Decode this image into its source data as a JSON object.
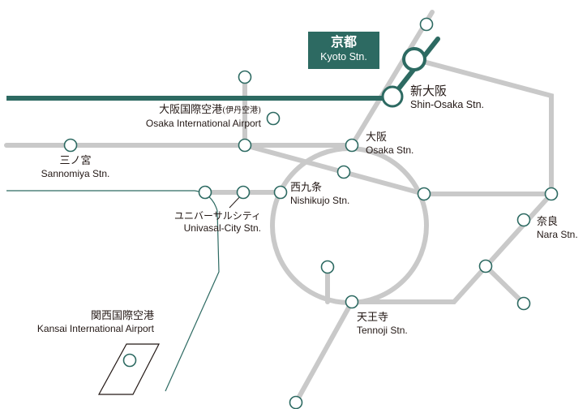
{
  "colors": {
    "rail": "#c9c9c9",
    "shinkansen": "#2d6a62",
    "coast": "#2d6a62",
    "station_fill": "#ffffff",
    "text": "#231815",
    "kyoto_box_bg": "#2d6a62",
    "kyoto_box_text": "#ffffff"
  },
  "stations": {
    "kyoto": {
      "jp": "京都",
      "en": "Kyoto Stn."
    },
    "shin_osaka": {
      "jp": "新大阪",
      "en": "Shin-Osaka Stn."
    },
    "itami": {
      "jp": "大阪国際空港",
      "jp_small": "(伊丹空港)",
      "en": "Osaka International Airport"
    },
    "osaka": {
      "jp": "大阪",
      "en": "Osaka Stn."
    },
    "sannomiya": {
      "jp": "三ノ宮",
      "en": "Sannomiya Stn."
    },
    "nishikujo": {
      "jp": "西九条",
      "en": "Nishikujo Stn."
    },
    "usj": {
      "jp": "ユニバーサルシティ",
      "en": "Univasal-City Stn."
    },
    "nara": {
      "jp": "奈良",
      "en": "Nara Stn."
    },
    "kansai": {
      "jp": "関西国際空港",
      "en": "Kansai International Airport"
    },
    "tennoji": {
      "jp": "天王寺",
      "en": "Tennoji Stn."
    }
  }
}
